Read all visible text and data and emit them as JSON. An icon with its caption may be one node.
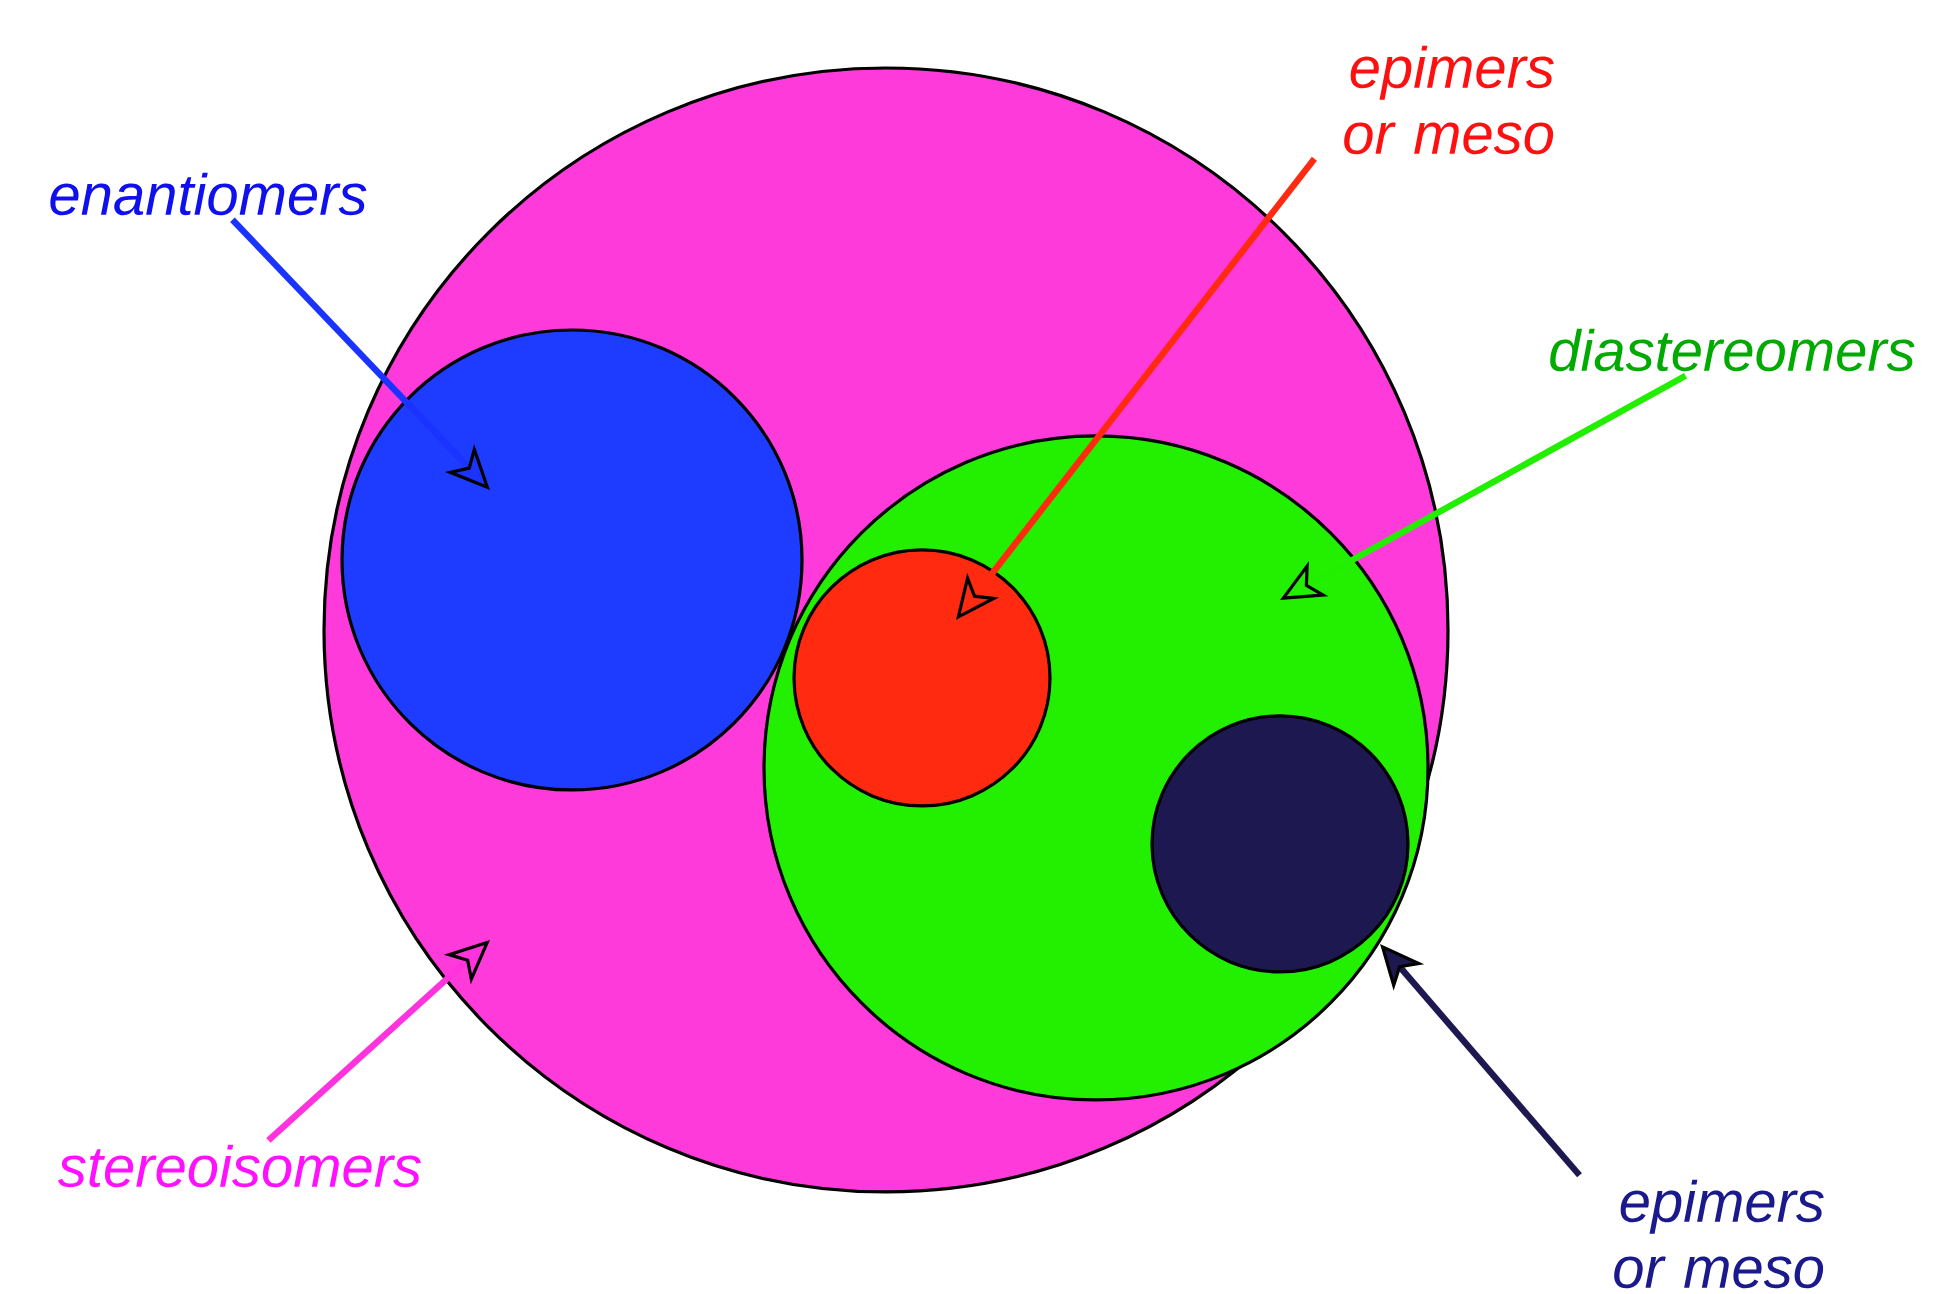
{
  "diagram": {
    "nodes": [
      {
        "text": [],
        "shape": "circle"
      },
      {
        "text": [],
        "shape": "circle",
        "in": 0
      },
      {
        "text": [],
        "shape": "circle",
        "in": 0
      },
      {
        "text": [],
        "shape": "circle",
        "in": 2
      },
      {
        "text": [],
        "shape": "circle",
        "in": 2
      },
      {
        "text": [
          "enantiomers"
        ]
      },
      {
        "text": [
          "epimers or meso"
        ]
      },
      {
        "text": [
          "diastereomers"
        ]
      },
      {
        "text": [
          "stereoisomers"
        ]
      },
      {
        "text": [
          "epimers or meso"
        ]
      }
    ],
    "edges": [
      {
        "from": 5,
        "to": 1,
        "arrow": "to",
        "color": "#1a33ff"
      },
      {
        "from": 6,
        "to": 3,
        "arrow": "to",
        "color": "#ff2a10"
      },
      {
        "from": 7,
        "to": 2,
        "arrow": "to",
        "color": "#22ee00"
      },
      {
        "from": 8,
        "to": 0,
        "arrow": "to",
        "color": "#ff33dd"
      },
      {
        "from": 9,
        "to": 4,
        "arrow": "to",
        "color": "#1e1850"
      }
    ]
  }
}
